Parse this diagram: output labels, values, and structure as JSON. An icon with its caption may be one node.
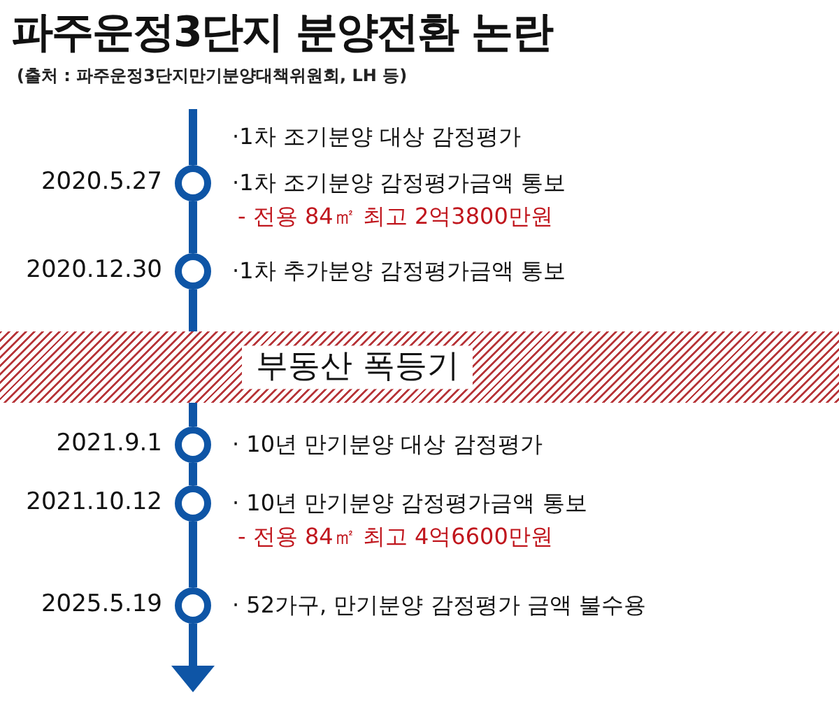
{
  "diagram": {
    "title": "파주운정3단지 분양전환 논란",
    "nodes": [
      {
        "text": [],
        "shape": "circle",
        "beside": [
          "2020.5.27",
          "·1차 조기분양 감정평가금액 통보",
          "- 전용 84㎡ 최고 2억3800만원"
        ]
      },
      {
        "text": [],
        "shape": "circle",
        "beside": [
          "2020.12.30",
          "·1차 추가분양 감정평가금액 통보"
        ]
      },
      {
        "text": [
          "부동산 폭등기"
        ]
      },
      {
        "text": [],
        "shape": "circle",
        "beside": [
          "2021.9.1",
          "· 10년 만기분양 대상 감정평가"
        ]
      },
      {
        "text": [],
        "shape": "circle",
        "beside": [
          "2021.10.12",
          "· 10년 만기분양 감정평가금액 통보",
          "- 전용 84㎡ 최고 4억6600만원"
        ]
      },
      {
        "text": [],
        "shape": "circle",
        "beside": [
          "2025.5.19",
          "· 52가구, 만기분양 감정평가 금액 불수용"
        ]
      }
    ],
    "edges": [
      {
        "from": null,
        "to": 0,
        "arrow": "none"
      },
      {
        "from": 0,
        "to": 1,
        "arrow": "none"
      },
      {
        "from": 1,
        "to": 2,
        "arrow": "none"
      },
      {
        "from": 2,
        "to": 3,
        "arrow": "none"
      },
      {
        "from": 3,
        "to": 4,
        "arrow": "none"
      },
      {
        "from": 4,
        "to": 5,
        "arrow": "none"
      },
      {
        "from": 5,
        "to": null,
        "arrow": "to"
      }
    ],
    "labels": [
      "(출처 : 파주운정3단지만기분양대책위원회, LH 등)",
      "·1차 조기분양 대상 감정평가"
    ]
  }
}
